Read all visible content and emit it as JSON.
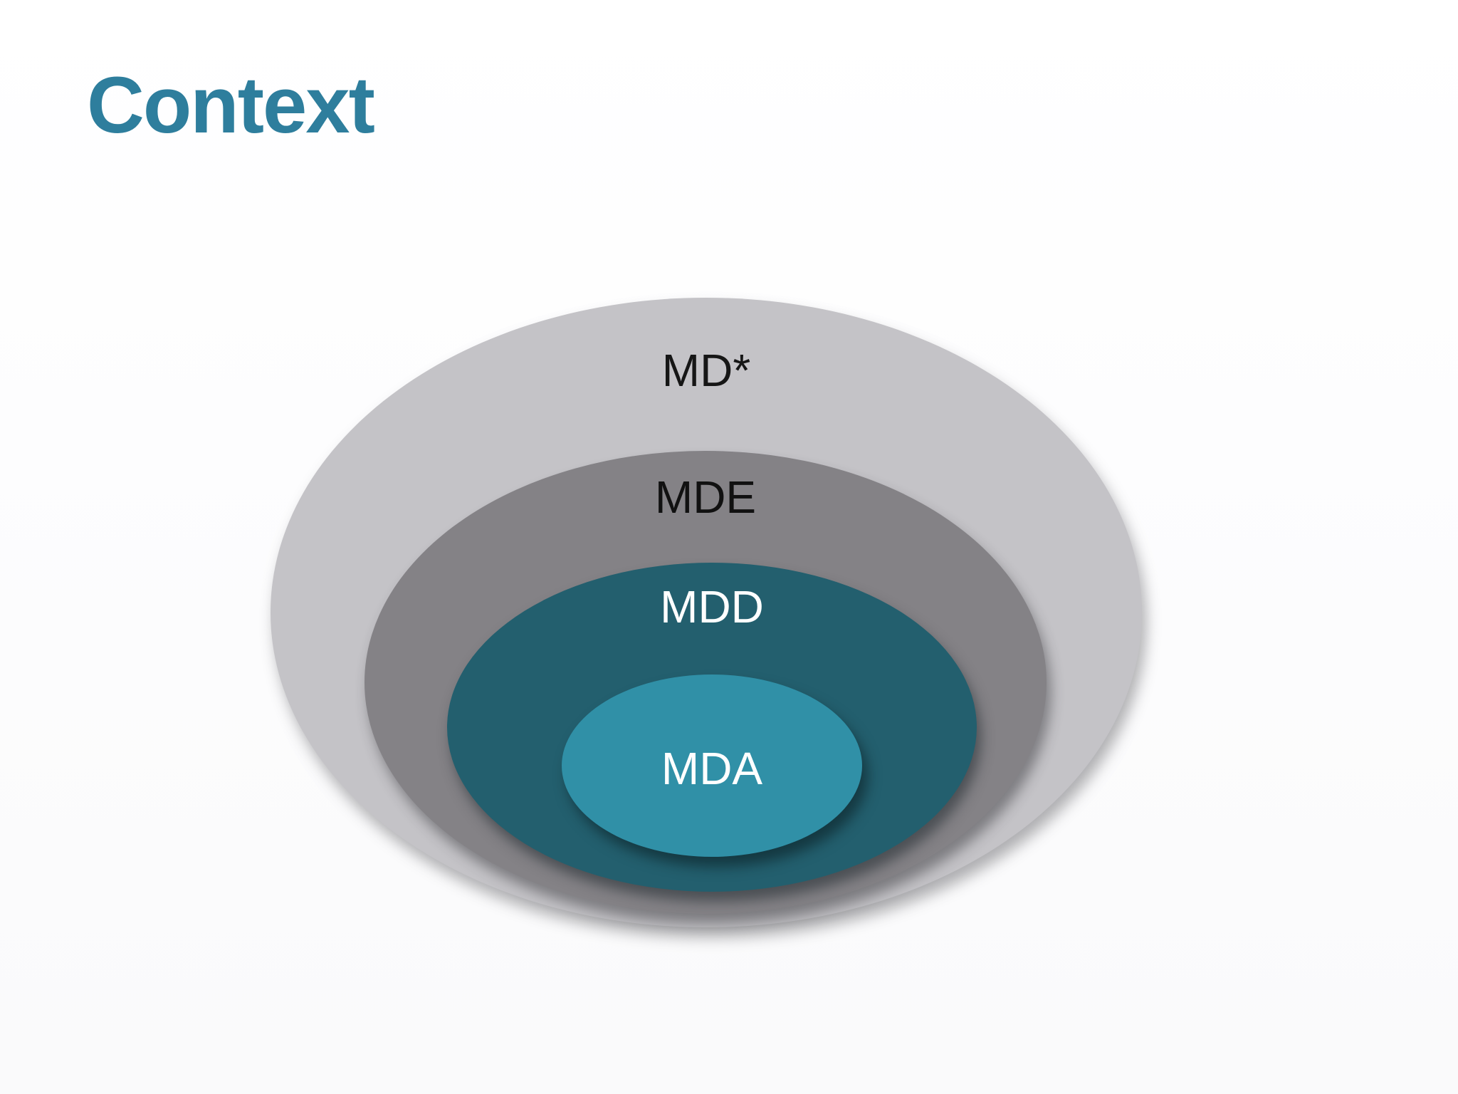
{
  "slide": {
    "title": "Context",
    "title_color": "#2E7E9D",
    "background": "#FDFDFD"
  },
  "diagram": {
    "type": "nested-ellipses",
    "description": "Concentric onion diagram: MDA inside MDD inside MDE inside MD*",
    "rings": [
      {
        "label": "MD*",
        "fill": "#C4C3C7",
        "text_color": "#161616"
      },
      {
        "label": "MDE",
        "fill": "#848286",
        "text_color": "#111111"
      },
      {
        "label": "MDD",
        "fill": "#235F6E",
        "text_color": "#FFFFFF"
      },
      {
        "label": "MDA",
        "fill": "#3090A7",
        "text_color": "#FFFFFF"
      }
    ]
  }
}
